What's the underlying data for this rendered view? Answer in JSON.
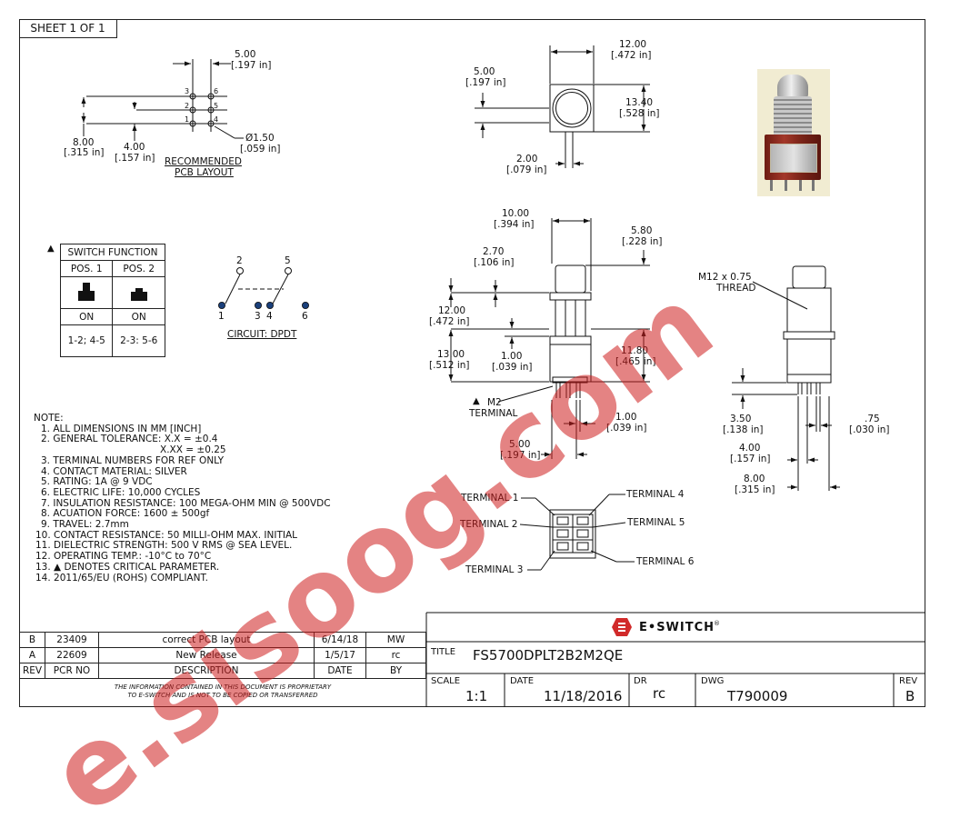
{
  "sheet": "SHEET 1 OF 1",
  "pcb": {
    "dim_5": "5.00",
    "dim_5_in": "[.197 in]",
    "dim_8": "8.00",
    "dim_8_in": "[.315 in]",
    "dim_4": "4.00",
    "dim_4_in": "[.157 in]",
    "dim_dia": "Ø1.50",
    "dim_dia_in": "[.059 in]",
    "pins": [
      "3",
      "2",
      "1",
      "6",
      "5",
      "4"
    ],
    "caption1": "RECOMMENDED",
    "caption2": "PCB LAYOUT"
  },
  "top_view": {
    "w": "12.00",
    "w_in": "[.472 in]",
    "h": "13.40",
    "h_in": "[.528 in]",
    "a": "5.00",
    "a_in": "[.197 in]",
    "b": "2.00",
    "b_in": "[.079 in]"
  },
  "switch_table": {
    "title": "SWITCH FUNCTION",
    "cols": [
      "POS. 1",
      "POS. 2"
    ],
    "state": [
      "ON",
      "ON"
    ],
    "terms": [
      "1-2; 4-5",
      "2-3: 5-6"
    ]
  },
  "circuit": {
    "labels": [
      "2",
      "5",
      "1",
      "3",
      "4",
      "6"
    ],
    "caption": "CIRCUIT: DPDT"
  },
  "side_view": {
    "d10": "10.00",
    "d10_in": "[.394 in]",
    "d580": "5.80",
    "d580_in": "[.228 in]",
    "d270": "2.70",
    "d270_in": "[.106 in]",
    "d12": "12.00",
    "d12_in": "[.472 in]",
    "d13": "13.00",
    "d13_in": "[.512 in]",
    "d1": "1.00",
    "d1_in": "[.039 in]",
    "d118": "11.80",
    "d118_in": "[.465 in]",
    "m2": "M2",
    "terminal": "TERMINAL",
    "d1b": "1.00",
    "d1b_in": "[.039 in]",
    "d5": "5.00",
    "d5_in": "[.197 in]"
  },
  "front_view": {
    "thread1": "M12 x 0.75",
    "thread2": "THREAD",
    "d35": "3.50",
    "d35_in": "[.138 in]",
    "d75": ".75",
    "d75_in": "[.030 in]",
    "d4": "4.00",
    "d4_in": "[.157 in]",
    "d8": "8.00",
    "d8_in": "[.315 in]"
  },
  "terminals": [
    "TERMINAL 1",
    "TERMINAL 2",
    "TERMINAL 3",
    "TERMINAL 4",
    "TERMINAL 5",
    "TERMINAL 6"
  ],
  "notes": {
    "head": "NOTE:",
    "items": [
      "1. ALL DIMENSIONS IN MM [INCH]",
      "2. GENERAL TOLERANCE: X.X = ±0.4",
      "X.XX = ±0.25",
      "3. TERMINAL NUMBERS FOR REF ONLY",
      "4. CONTACT MATERIAL: SILVER",
      "5. RATING: 1A @ 9 VDC",
      "6. ELECTRIC LIFE: 10,000 CYCLES",
      "7. INSULATION RESISTANCE: 100 MEGA-OHM MIN @ 500VDC",
      "8. ACUATION FORCE: 1600 ± 500gf",
      "9. TRAVEL: 2.7mm",
      "10. CONTACT RESISTANCE: 50 MILLI-OHM MAX. INITIAL",
      "11. DIELECTRIC STRENGTH: 500 V RMS @ SEA LEVEL.",
      "12. OPERATING TEMP.: -10°C to 70°C",
      "13. ▲ DENOTES CRITICAL PARAMETER.",
      "14. 2011/65/EU (ROHS) COMPLIANT."
    ]
  },
  "revisions": {
    "rows": [
      [
        "B",
        "23409",
        "correct PCB layout",
        "6/14/18",
        "MW"
      ],
      [
        "A",
        "22609",
        "New Release",
        "1/5/17",
        "rc"
      ]
    ],
    "header": [
      "REV",
      "PCR NO",
      "DESCRIPTION",
      "DATE",
      "BY"
    ],
    "disclaimer1": "THE INFORMATION CONTAINED IN THIS DOCUMENT IS PROPRIETARY",
    "disclaimer2": "TO E-SWITCH AND IS NOT TO BE COPIED OR TRANSFERRED"
  },
  "title_block": {
    "brand": "E•SWITCH",
    "brand_mark": "®",
    "title_label": "TITLE",
    "title": "FS5700DPLT2B2M2QE",
    "scale_label": "SCALE",
    "scale": "1:1",
    "date_label": "DATE",
    "date": "11/18/2016",
    "dr_label": "DR",
    "dr": "rc",
    "dwg_label": "DWG",
    "dwg": "T790009",
    "rev_label": "REV",
    "rev": "B"
  },
  "watermark": "e.sisoog.com",
  "colors": {
    "brand": "#d12a2a",
    "watermark": "#cd1e1e",
    "switch_red": "#8e2a1e"
  }
}
